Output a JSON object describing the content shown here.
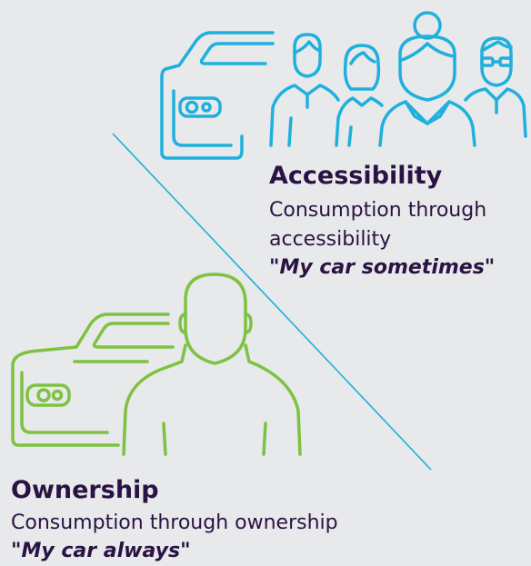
{
  "colors": {
    "background": "#e8e9ea",
    "accessibility_stroke": "#1fb0de",
    "ownership_stroke": "#7dc242",
    "divider": "#1fb0de",
    "text": "#2a1344"
  },
  "accessibility": {
    "title": "Accessibility",
    "desc_line1": "Consumption through",
    "desc_line2": "accessibility",
    "quote": "\"My car sometimes\"",
    "icons": [
      "car-icon",
      "people-group-icon"
    ]
  },
  "ownership": {
    "title": "Ownership",
    "desc": "Consumption through ownership",
    "quote": "\"My car always\"",
    "icons": [
      "car-icon",
      "person-icon"
    ]
  }
}
